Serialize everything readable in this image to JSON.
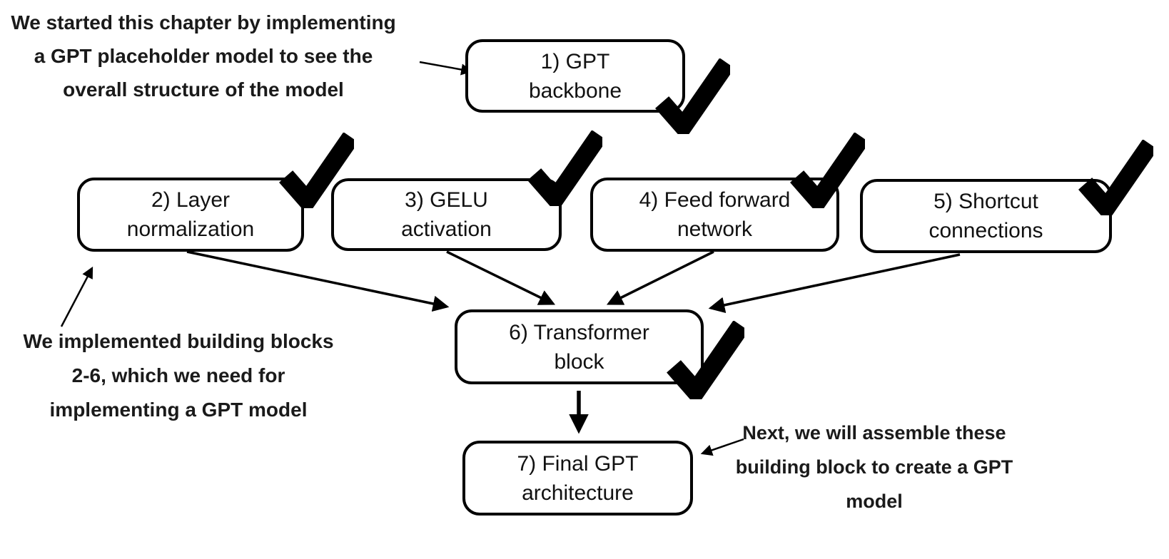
{
  "figure": {
    "background_color": "#ffffff",
    "ink_color": "#000000",
    "nodes": [
      {
        "id": "node-1",
        "label": "1) GPT\nbackbone",
        "checked": true
      },
      {
        "id": "node-2",
        "label": "2) Layer\nnormalization",
        "checked": true
      },
      {
        "id": "node-3",
        "label": "3) GELU\nactivation",
        "checked": true
      },
      {
        "id": "node-4",
        "label": "4) Feed forward\nnetwork",
        "checked": true
      },
      {
        "id": "node-5",
        "label": "5) Shortcut\nconnections",
        "checked": true
      },
      {
        "id": "node-6",
        "label": "6) Transformer\nblock",
        "checked": true
      },
      {
        "id": "node-7",
        "label": "7) Final GPT\narchitecture",
        "checked": false
      }
    ],
    "annotations": [
      {
        "text": "We started this chapter by implementing\na GPT placeholder model to see the\noverall structure of the model",
        "target": "node-1"
      },
      {
        "text": "We implemented building blocks\n2-6, which we need for\nimplementing a GPT model",
        "target": "node-2"
      },
      {
        "text": "Next, we will assemble these\nbuilding block to create a GPT\nmodel",
        "target": "node-7"
      }
    ],
    "edges": [
      {
        "from": "node-2",
        "to": "node-6"
      },
      {
        "from": "node-3",
        "to": "node-6"
      },
      {
        "from": "node-4",
        "to": "node-6"
      },
      {
        "from": "node-5",
        "to": "node-6"
      },
      {
        "from": "node-6",
        "to": "node-7"
      }
    ],
    "icons": {
      "checkmark": "✔"
    }
  }
}
